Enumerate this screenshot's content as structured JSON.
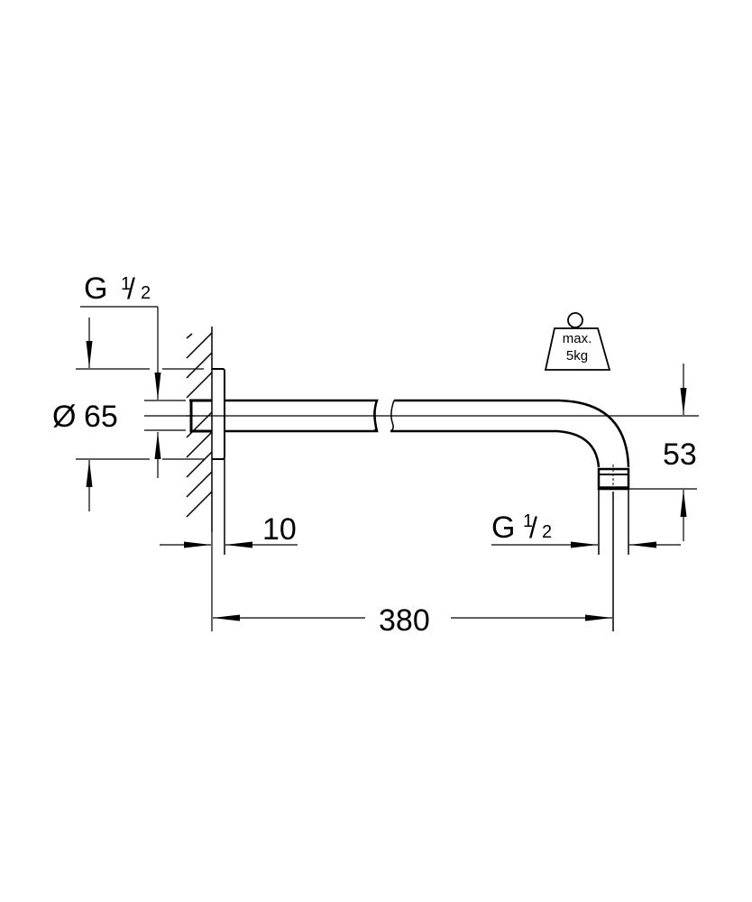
{
  "drawing": {
    "type": "shower-arm-technical-drawing",
    "stroke_color": "#000000",
    "background": "#ffffff"
  },
  "dimensions": {
    "wall_thread": {
      "prefix": "G",
      "num": "1",
      "den": "2"
    },
    "flange_diameter": {
      "symbol": "Ø",
      "value": "65"
    },
    "flange_depth": {
      "value": "10"
    },
    "outlet_thread": {
      "prefix": "G",
      "num": "1",
      "den": "2"
    },
    "drop_height": {
      "value": "53"
    },
    "arm_length": {
      "value": "380"
    }
  },
  "weight_badge": {
    "line1": "max.",
    "line2": "5kg"
  }
}
